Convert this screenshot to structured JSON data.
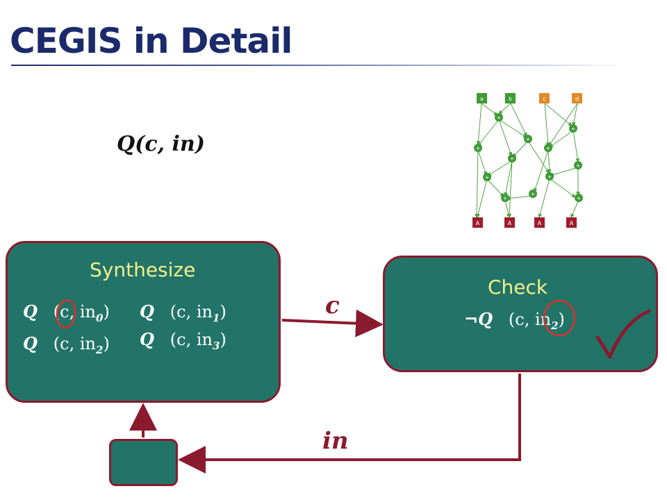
{
  "title": "CEGIS in Detail",
  "formula": "Q(c, in)",
  "synthesize": {
    "label": "Synthesize",
    "rows": [
      [
        "Q",
        "(c, in",
        "0",
        ")",
        "Q",
        "(c, in",
        "1",
        ")"
      ],
      [
        "Q",
        "(c, in",
        "2",
        ")",
        "Q",
        "(c, in",
        "3",
        ")"
      ]
    ]
  },
  "check": {
    "label": "Check",
    "neg": "¬Q",
    "args": "(c, in",
    "sub": "2",
    "close": ")"
  },
  "edges": {
    "to_check": "c",
    "to_synth": "in"
  },
  "dag": {
    "inputs": [
      "a",
      "b",
      "c",
      "d"
    ],
    "outputs": [
      "A",
      "A",
      "A",
      "A"
    ],
    "op": "+"
  },
  "colors": {
    "title": "#1b2a6b",
    "box_fill": "#227468",
    "border": "#8b1a2e",
    "label": "#f4f08a",
    "dag_edge": "#4fa244"
  }
}
